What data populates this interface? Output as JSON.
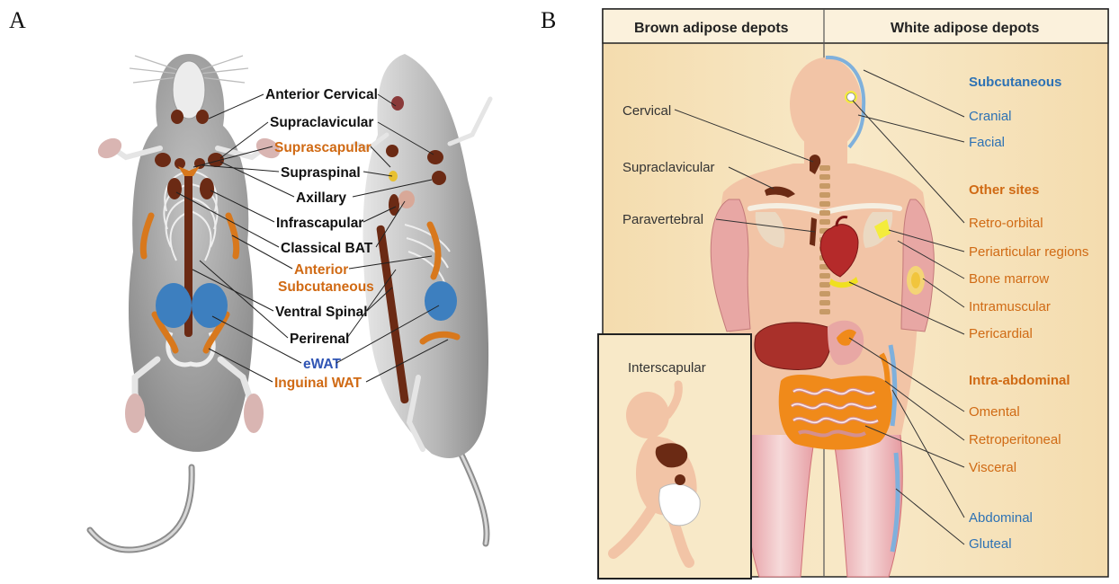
{
  "panel_a": {
    "letter": "A",
    "labels": {
      "anterior_cervical": "Anterior Cervical",
      "supraclavicular": "Supraclavicular",
      "suprascapular": "Suprascapular",
      "supraspinal": "Supraspinal",
      "axillary": "Axillary",
      "infrascapular": "Infrascapular",
      "classical_bat": "Classical BAT",
      "anterior_subcutaneous_1": "Anterior",
      "anterior_subcutaneous_2": "Subcutaneous",
      "ventral_spinal": "Ventral Spinal",
      "perirenal": "Perirenal",
      "ewat": "eWAT",
      "inguinal_wat": "Inguinal WAT"
    }
  },
  "panel_b": {
    "letter": "B",
    "header_left": "Brown adipose depots",
    "header_right": "White adipose depots",
    "brown_labels": {
      "cervical": "Cervical",
      "supraclavicular": "Supraclavicular",
      "paravertebral": "Paravertebral"
    },
    "inset_label": "Interscapular",
    "subcutaneous": {
      "heading": "Subcutaneous",
      "cranial": "Cranial",
      "facial": "Facial"
    },
    "other_sites": {
      "heading": "Other sites",
      "retro_orbital": "Retro-orbital",
      "periarticular": "Periarticular regions",
      "bone_marrow": "Bone marrow",
      "intramuscular": "Intramuscular",
      "pericardial": "Pericardial"
    },
    "intra_abdominal": {
      "heading": "Intra-abdominal",
      "omental": "Omental",
      "retroperitoneal": "Retroperitoneal",
      "visceral": "Visceral"
    },
    "lower_subcutaneous": {
      "abdominal": "Abdominal",
      "gluteal": "Gluteal"
    }
  },
  "colors": {
    "brown_fat": "#6b2a14",
    "orange_fat": "#d8781c",
    "blue_fat": "#3d7fbf",
    "heading_orange": "#d06a14",
    "heading_blue": "#2e72b4",
    "skin": "#f2c4a6",
    "panel_bg": "#f6e3bd"
  }
}
